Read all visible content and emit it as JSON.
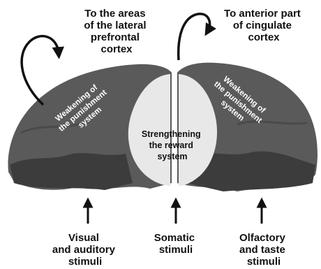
{
  "top_labels": {
    "left": [
      "To the areas",
      "of the lateral",
      "prefrontal",
      "cortex"
    ],
    "right": [
      "To anterior part",
      "of cingulate",
      "cortex"
    ]
  },
  "regions": {
    "left_hemisphere": [
      "Weakening of",
      "the punishment",
      "system"
    ],
    "right_hemisphere": [
      "Weakening of",
      "the punishment",
      "system"
    ],
    "center": [
      "Strengthening",
      "the reward",
      "system"
    ]
  },
  "stimuli": {
    "left": [
      "Visual",
      "and auditory",
      "stimuli"
    ],
    "middle": [
      "Somatic",
      "stimuli"
    ],
    "right": [
      "Olfactory",
      "and taste",
      "stimuli"
    ]
  },
  "colors": {
    "brain": "#5a5a5a",
    "brain_dark": "#3c3c3c",
    "reward_region": "#e8e8e8",
    "text": "#111111",
    "region_text": "#ffffff"
  }
}
